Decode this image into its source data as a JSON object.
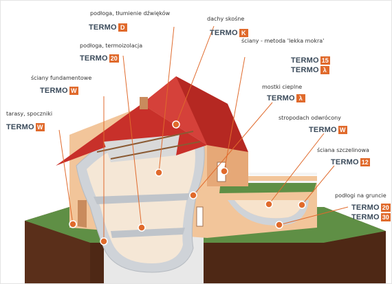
{
  "colors": {
    "accent": "#e06a2c",
    "leader": "#e06a2c",
    "roof": "#c8302a",
    "wall": "#f2c59a",
    "wall_shadow": "#e6a877",
    "insulation": "#cfd3d8",
    "grass": "#5f8f45",
    "soil": "#5a2f1a",
    "text": "#333333",
    "product": "#3a4a5a"
  },
  "callouts": [
    {
      "id": "podloga-tlumienie",
      "label": "podłoga, tłumienie dźwięków",
      "products": [
        {
          "word": "TERMO",
          "code": "D"
        }
      ]
    },
    {
      "id": "dachy-skosne",
      "label": "dachy skośne",
      "products": [
        {
          "word": "TERMO",
          "code": "K"
        }
      ]
    },
    {
      "id": "podloga-termoizolacja",
      "label": "podłoga, termoizolacja",
      "products": [
        {
          "word": "TERMO",
          "code": "20"
        }
      ]
    },
    {
      "id": "sciany-lekka-mokra",
      "label": "ściany - metoda 'lekka mokra'",
      "products": [
        {
          "word": "TERMO",
          "code": "15"
        },
        {
          "word": "TERMO",
          "code": "λ"
        }
      ]
    },
    {
      "id": "sciany-fundamentowe",
      "label": "ściany fundamentowe",
      "products": [
        {
          "word": "TERMO",
          "code": "W"
        }
      ]
    },
    {
      "id": "mostki-cieplne",
      "label": "mostki cieplne",
      "products": [
        {
          "word": "TERMO",
          "code": "λ"
        }
      ]
    },
    {
      "id": "tarasy-spoczniki",
      "label": "tarasy, spoczniki",
      "products": [
        {
          "word": "TERMO",
          "code": "W"
        }
      ]
    },
    {
      "id": "stropodach-odwrocony",
      "label": "stropodach odwrócony",
      "products": [
        {
          "word": "TERMO",
          "code": "W"
        }
      ]
    },
    {
      "id": "sciana-szczelinowa",
      "label": "ściana szczelinowa",
      "products": [
        {
          "word": "TERMO",
          "code": "12"
        }
      ]
    },
    {
      "id": "podlogi-na-gruncie",
      "label": "podłogi na gruncie",
      "products": [
        {
          "word": "TERMO",
          "code": "20"
        },
        {
          "word": "TERMO",
          "code": "30"
        }
      ]
    }
  ]
}
